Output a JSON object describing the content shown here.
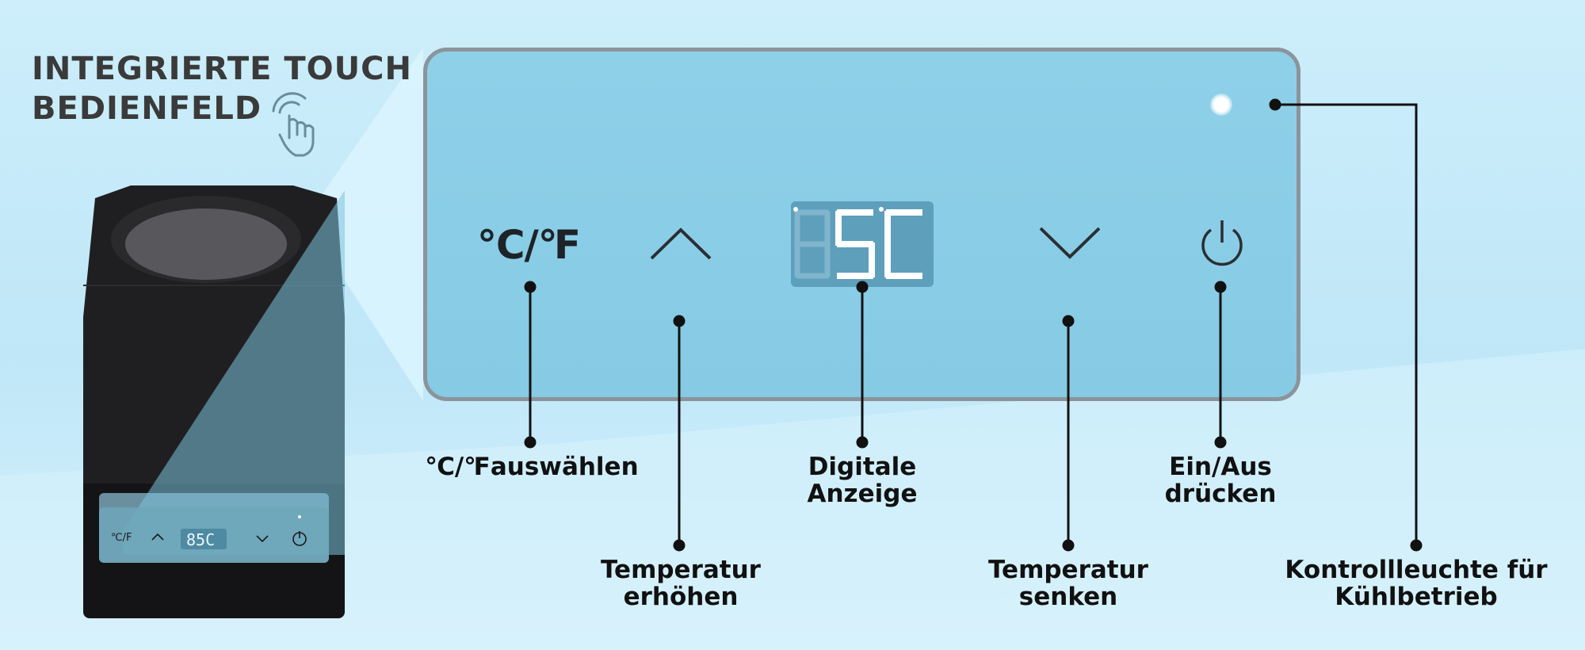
{
  "heading": {
    "line1": "INTEGRIERTE TOUCH",
    "line2": "BEDIENFELD"
  },
  "icons": {
    "touch": "hand-touch-icon",
    "up": "chevron-up-icon",
    "down": "chevron-down-icon",
    "power": "power-icon"
  },
  "panel": {
    "unit_toggle": "℃/℉",
    "display_text": "85C",
    "display_digits": [
      "8",
      "5",
      "C"
    ]
  },
  "device": {
    "unit_toggle": "℃/F",
    "display_text": "85C"
  },
  "callouts": {
    "unit_select": {
      "line1": "℃/℉auswählen"
    },
    "temp_up": {
      "line1": "Temperatur",
      "line2": "erhöhen"
    },
    "display": {
      "line1": "Digitale",
      "line2": "Anzeige"
    },
    "temp_down": {
      "line1": "Temperatur",
      "line2": "senken"
    },
    "power": {
      "line1": "Ein/Aus",
      "line2": "drücken"
    },
    "indicator": {
      "line1": "Kontrollleuchte für",
      "line2": "Kühlbetrieb"
    }
  },
  "colors": {
    "background": "#c6ebf9",
    "panel": "#8ecfe7",
    "panel_border": "#8b949b",
    "lcd": "#5e9fbc",
    "device_body": "#1c1c1e",
    "text": "#111111"
  }
}
